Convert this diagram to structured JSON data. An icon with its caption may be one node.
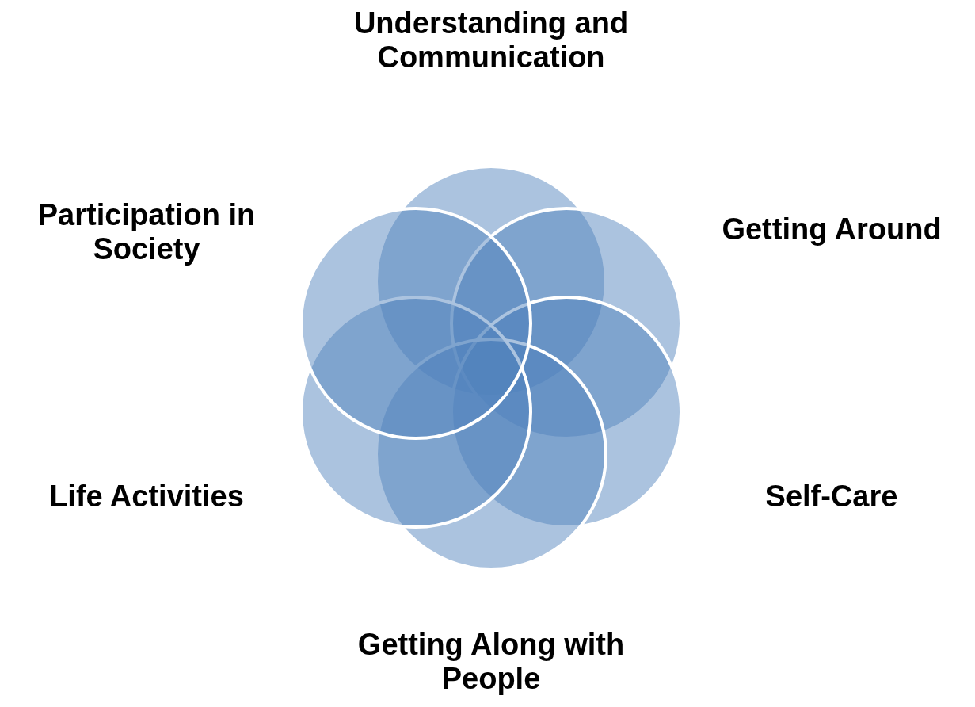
{
  "diagram": {
    "nodes": [
      {
        "text": [
          "Understanding and Communication"
        ]
      },
      {
        "text": [
          "Participation in Society"
        ]
      },
      {
        "text": [
          "Getting Around"
        ]
      },
      {
        "text": [
          "Life Activities"
        ]
      },
      {
        "text": [
          "Self-Care"
        ]
      },
      {
        "text": [
          "Getting Along with People"
        ]
      }
    ]
  }
}
